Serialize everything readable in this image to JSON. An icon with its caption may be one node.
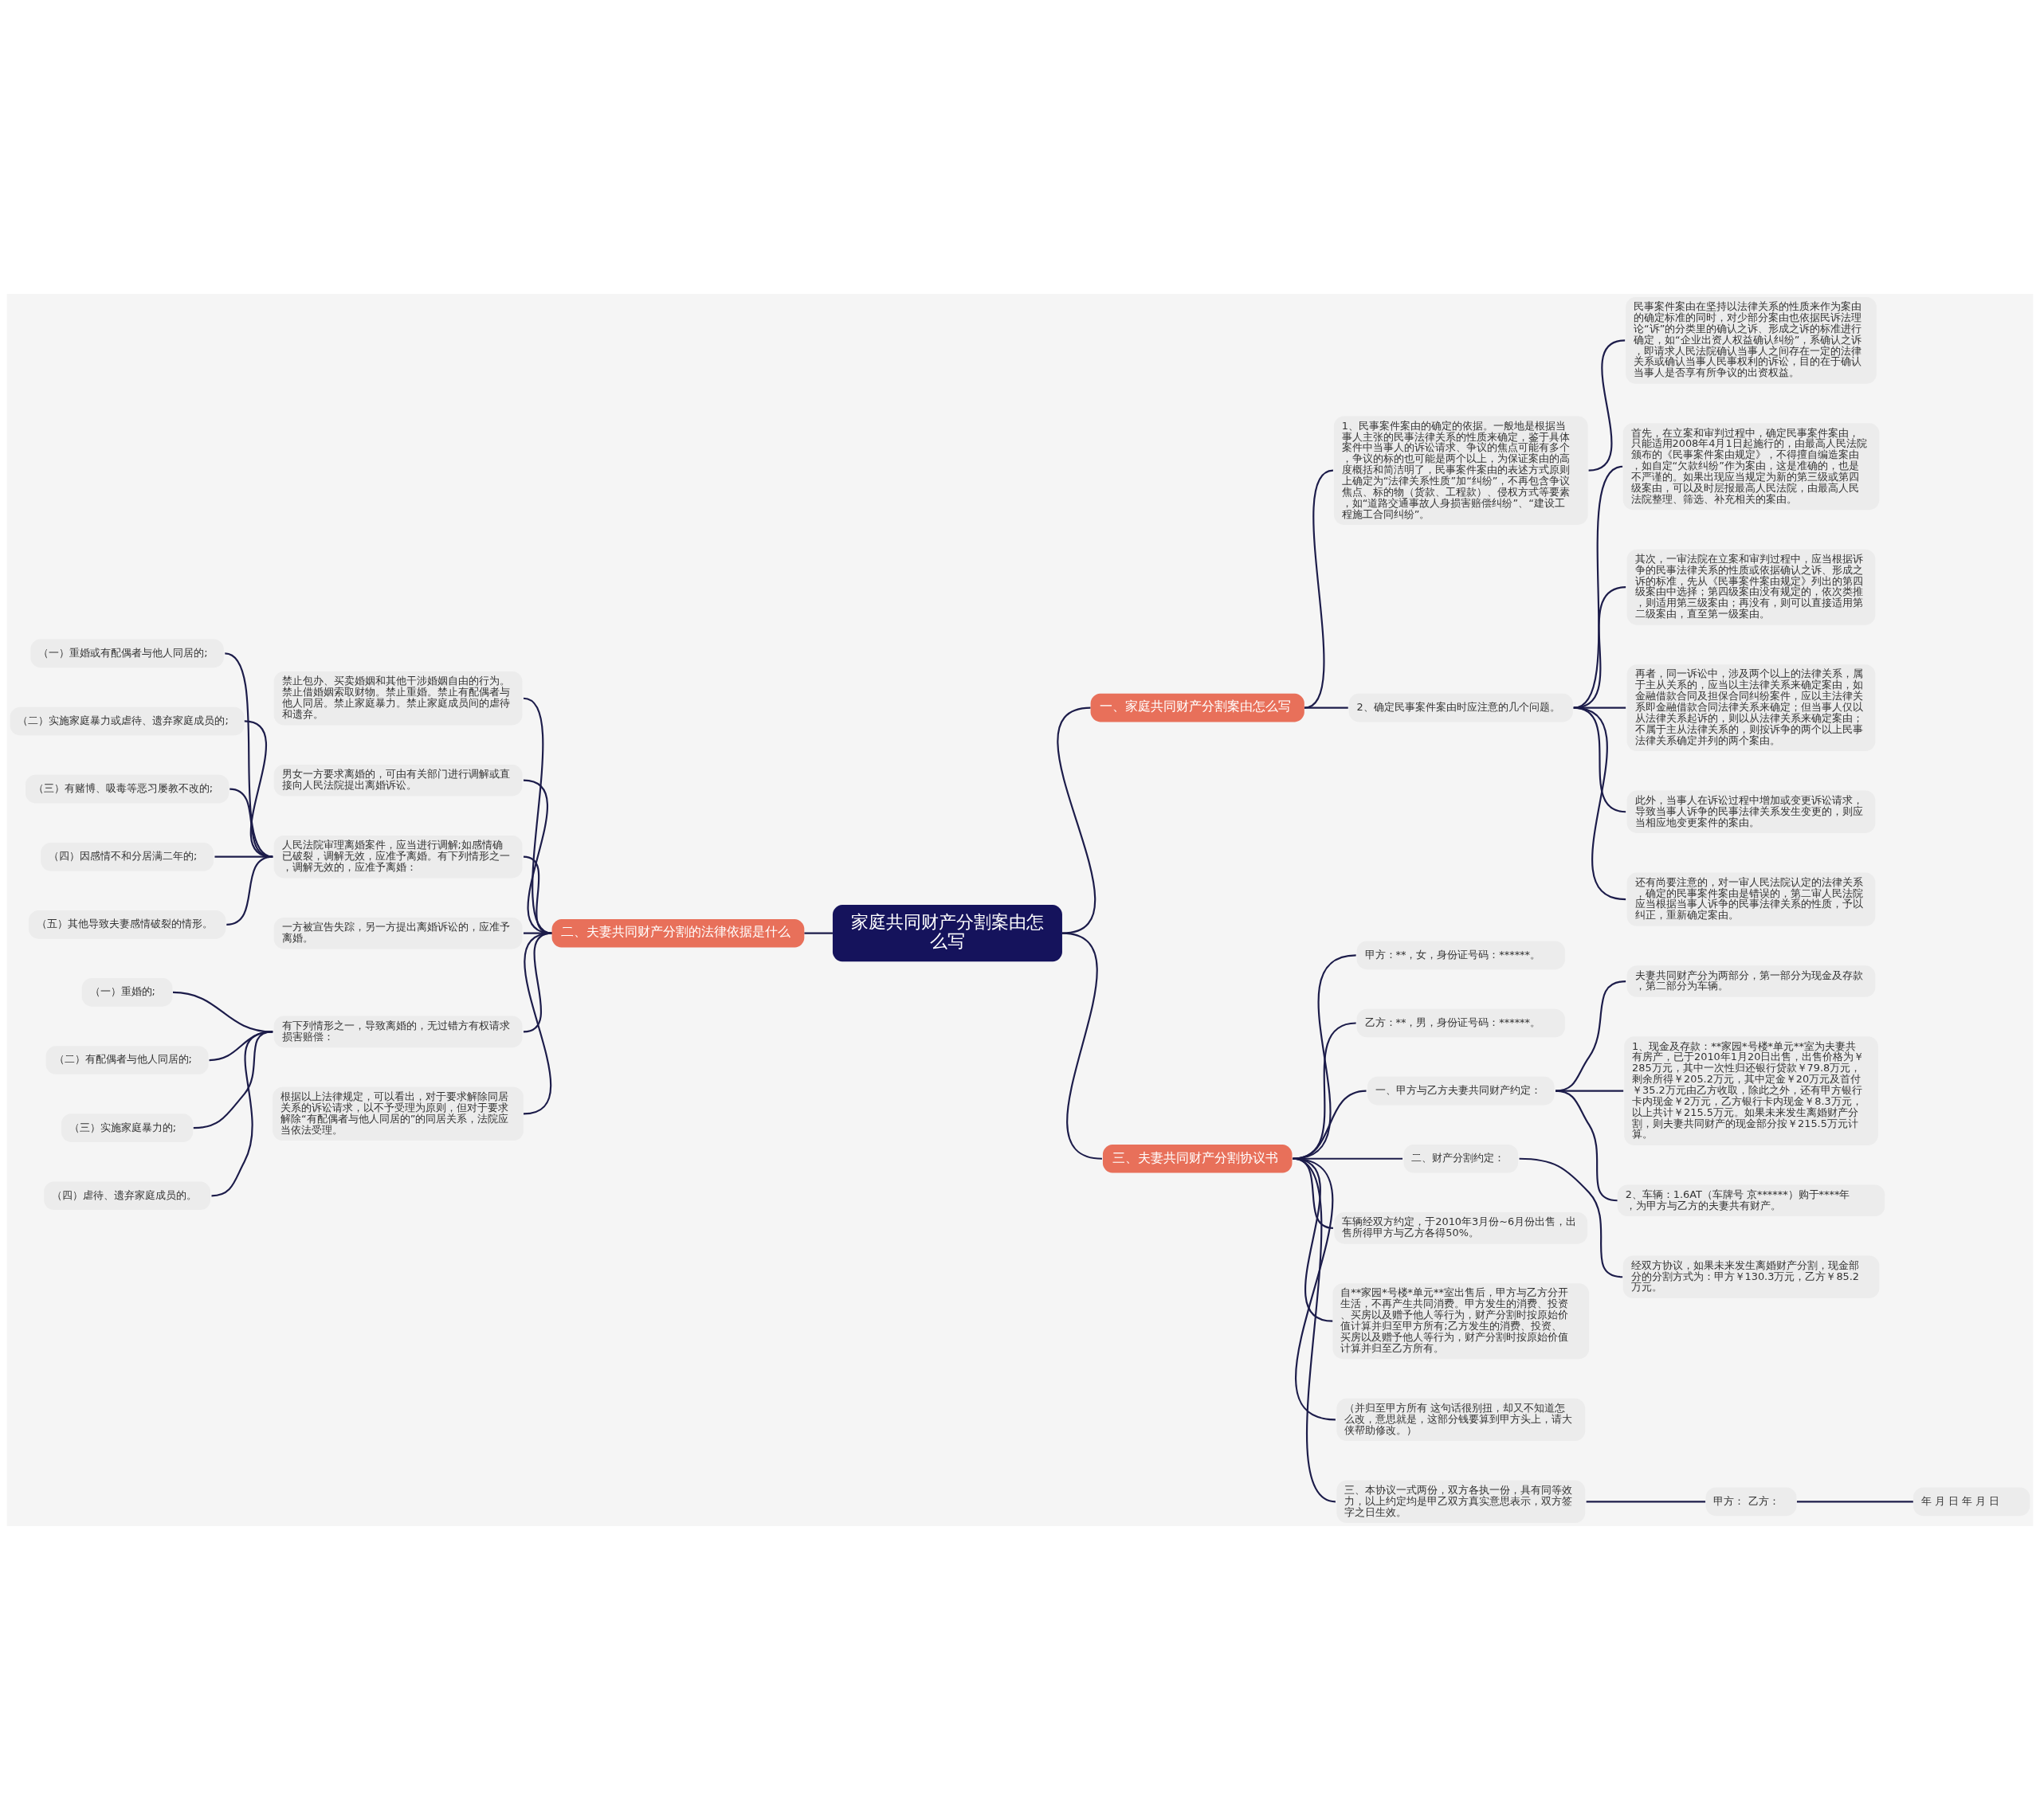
{
  "diagram": {
    "nodes": [
      {
        "text": [
          "家庭共同财产分割案由怎么写"
        ]
      },
      {
        "text": [
          "一、家庭共同财产分割案由怎么写"
        ]
      },
      {
        "text": [
          "1、民事案件案由的确定的依据。一般地是根据当事人主张的民事法律关系的性质来确定，鉴于具体案件中当事人的诉讼请求、争议的焦点可能有多个，争议的标的也可能是两个以上，为保证案由的高度概括和简洁明了，民事案件案由的表述方式原则上确定为“法律关系性质”加“纠纷”，不再包含争议焦点、标的物（货款、工程款）、侵权方式等要素，如“道路交通事故人身损害赔偿纠纷”、“建设工程施工合同纠纷”。"
        ]
      },
      {
        "text": [
          "民事案件案由在坚持以法律关系的性质来作为案由的确定标准的同时，对少部分案由也依据民诉法理论“诉”的分类里的确认之诉、形成之诉的标准进行确定，如“企业出资人权益确认纠纷”，系确认之诉，即请求人民法院确认当事人之间存在一定的法律关系或确认当事人民事权利的诉讼，目的在于确认当事人是否享有所争议的出资权益。"
        ]
      },
      {
        "text": [
          "2、确定民事案件案由时应注意的几个问题。"
        ]
      },
      {
        "text": [
          "首先，在立案和审判过程中，确定民事案件案由，只能适用2008年4月1日起施行的，由最高人民法院颁布的《民事案件案由规定》，不得擅自编造案由，如自定“欠款纠纷”作为案由，这是准确的，也是不严谨的。如果出现应当规定为新的第三级或第四级案由，可以及时层报最高人民法院，由最高人民法院整理、筛选、补充相关的案由。"
        ]
      },
      {
        "text": [
          "其次，一审法院在立案和审判过程中，应当根据诉争的民事法律关系的性质或依据确认之诉、形成之诉的标准，先从《民事案件案由规定》列出的第四级案由中选择；第四级案由没有规定的，依次类推，则适用第三级案由；再没有，则可以直接适用第二级案由，直至第一级案由。"
        ]
      },
      {
        "text": [
          "再者，同一诉讼中，涉及两个以上的法律关系，属于主从关系的，应当以主法律关系来确定案由，如金融借款合同及担保合同纠纷案件，应以主法律关系即金融借款合同法律关系来确定；但当事人仅以从法律关系起诉的，则以从法律关系来确定案由；不属于主从法律关系的，则按诉争的两个以上民事法律关系确定并列的两个案由。"
        ]
      },
      {
        "text": [
          "此外，当事人在诉讼过程中增加或变更诉讼请求，导致当事人诉争的民事法律关系发生变更的，则应当相应地变更案件的案由。"
        ]
      },
      {
        "text": [
          "还有尚要注意的，对一审人民法院认定的法律关系，确定的民事案件案由是错误的，第二审人民法院应当根据当事人诉争的民事法律关系的性质，予以纠正，重新确定案由。"
        ]
      },
      {
        "text": [
          "二、夫妻共同财产分割的法律依据是什么"
        ]
      },
      {
        "text": [
          "禁止包办、买卖婚姻和其他干涉婚姻自由的行为。禁止借婚姻索取财物。禁止重婚。禁止有配偶者与他人同居。禁止家庭暴力。禁止家庭成员间的虐待和遗弃。"
        ]
      },
      {
        "text": [
          "男女一方要求离婚的，可由有关部门进行调解或直接向人民法院提出离婚诉讼。"
        ]
      },
      {
        "text": [
          "人民法院审理离婚案件，应当进行调解;如感情确已破裂，调解无效，应准予离婚。有下列情形之一，调解无效的，应准予离婚："
        ]
      },
      {
        "text": [
          "（一）重婚或有配偶者与他人同居的;"
        ]
      },
      {
        "text": [
          "（二）实施家庭暴力或虐待、遗弃家庭成员的;"
        ]
      },
      {
        "text": [
          "（三）有赌博、吸毒等恶习屡教不改的;"
        ]
      },
      {
        "text": [
          "（四）因感情不和分居满二年的;"
        ]
      },
      {
        "text": [
          "（五）其他导致夫妻感情破裂的情形。"
        ]
      },
      {
        "text": [
          "一方被宣告失踪，另一方提出离婚诉讼的，应准予离婚。"
        ]
      },
      {
        "text": [
          "有下列情形之一，导致离婚的，无过错方有权请求损害赔偿："
        ]
      },
      {
        "text": [
          "（一）重婚的;"
        ]
      },
      {
        "text": [
          "（二）有配偶者与他人同居的;"
        ]
      },
      {
        "text": [
          "（三）实施家庭暴力的;"
        ]
      },
      {
        "text": [
          "（四）虐待、遗弃家庭成员的。"
        ]
      },
      {
        "text": [
          "根据以上法律规定，可以看出，对于要求解除同居关系的诉讼请求，以不予受理为原则，但对于要求解除“有配偶者与他人同居的”的同居关系，法院应当依法受理。"
        ]
      },
      {
        "text": [
          "三、夫妻共同财产分割协议书"
        ]
      },
      {
        "text": [
          "甲方：**，女，身份证号码：******。"
        ]
      },
      {
        "text": [
          "乙方：**，男，身份证号码：******。"
        ]
      },
      {
        "text": [
          "一、甲方与乙方夫妻共同财产约定："
        ]
      },
      {
        "text": [
          "夫妻共同财产分为两部分，第一部分为现金及存款，第二部分为车辆。"
        ]
      },
      {
        "text": [
          "1、现金及存款：**家园*号楼*单元**室为夫妻共有房产，已于2010年1月20日出售，出售价格为￥285万元，其中一次性归还银行贷款￥79.8万元，剩余所得￥205.2万元，其中定金￥20万元及首付￥35.2万元由乙方收取，除此之外，还有甲方银行卡内现金￥2万元，乙方银行卡内现金￥8.3万元，以上共计￥215.5万元。如果未来发生离婚财产分割，则夫妻共同财产的现金部分按￥215.5万元计算。"
        ]
      },
      {
        "text": [
          "2、车辆：1.6AT（车牌号 京******）购于****年，为甲方与乙方的夫妻共有财产。"
        ]
      },
      {
        "text": [
          "二、财产分割约定："
        ]
      },
      {
        "text": [
          "经双方协议，如果未来发生离婚财产分割，现金部分的分割方式为：甲方￥130.3万元，乙方￥85.2万元。"
        ]
      },
      {
        "text": [
          "车辆经双方约定，于2010年3月份~6月份出售，出售所得甲方与乙方各得50%。"
        ]
      },
      {
        "text": [
          "自**家园*号楼*单元**室出售后，甲方与乙方分开生活，不再产生共同消费。甲方发生的消费、投资、买房以及赠予他人等行为，财产分割时按原始价值计算并归至甲方所有;乙方发生的消费、投资、买房以及赠予他人等行为，财产分割时按原始价值计算并归至乙方所有。"
        ]
      },
      {
        "text": [
          "（并归至甲方所有 这句话很别扭，却又不知道怎么改，意思就是，这部分钱要算到甲方头上，请大侠帮助修改。）"
        ]
      },
      {
        "text": [
          "三、本协议一式两份，双方各执一份，具有同等效力，以上约定均是甲乙双方真实意思表示，双方签字之日生效。"
        ]
      },
      {
        "text": [
          "甲方： 乙方："
        ]
      },
      {
        "text": [
          "年 月 日 年 月 日"
        ]
      }
    ],
    "edges": [
      {
        "from": 0,
        "to": 1,
        "arrow": "none"
      },
      {
        "from": 1,
        "to": 2,
        "arrow": "none"
      },
      {
        "from": 2,
        "to": 3,
        "arrow": "none"
      },
      {
        "from": 1,
        "to": 4,
        "arrow": "none"
      },
      {
        "from": 4,
        "to": 5,
        "arrow": "none"
      },
      {
        "from": 4,
        "to": 6,
        "arrow": "none"
      },
      {
        "from": 4,
        "to": 7,
        "arrow": "none"
      },
      {
        "from": 4,
        "to": 8,
        "arrow": "none"
      },
      {
        "from": 4,
        "to": 9,
        "arrow": "none"
      },
      {
        "from": 0,
        "to": 10,
        "arrow": "none"
      },
      {
        "from": 10,
        "to": 11,
        "arrow": "none"
      },
      {
        "from": 10,
        "to": 12,
        "arrow": "none"
      },
      {
        "from": 10,
        "to": 13,
        "arrow": "none"
      },
      {
        "from": 13,
        "to": 14,
        "arrow": "none"
      },
      {
        "from": 13,
        "to": 15,
        "arrow": "none"
      },
      {
        "from": 13,
        "to": 16,
        "arrow": "none"
      },
      {
        "from": 13,
        "to": 17,
        "arrow": "none"
      },
      {
        "from": 13,
        "to": 18,
        "arrow": "none"
      },
      {
        "from": 10,
        "to": 19,
        "arrow": "none"
      },
      {
        "from": 10,
        "to": 20,
        "arrow": "none"
      },
      {
        "from": 20,
        "to": 21,
        "arrow": "none"
      },
      {
        "from": 20,
        "to": 22,
        "arrow": "none"
      },
      {
        "from": 20,
        "to": 23,
        "arrow": "none"
      },
      {
        "from": 20,
        "to": 24,
        "arrow": "none"
      },
      {
        "from": 10,
        "to": 25,
        "arrow": "none"
      },
      {
        "from": 0,
        "to": 26,
        "arrow": "none"
      },
      {
        "from": 26,
        "to": 27,
        "arrow": "none"
      },
      {
        "from": 26,
        "to": 28,
        "arrow": "none"
      },
      {
        "from": 26,
        "to": 29,
        "arrow": "none"
      },
      {
        "from": 29,
        "to": 30,
        "arrow": "none"
      },
      {
        "from": 29,
        "to": 31,
        "arrow": "none"
      },
      {
        "from": 29,
        "to": 32,
        "arrow": "none"
      },
      {
        "from": 26,
        "to": 33,
        "arrow": "none"
      },
      {
        "from": 33,
        "to": 34,
        "arrow": "none"
      },
      {
        "from": 26,
        "to": 35,
        "arrow": "none"
      },
      {
        "from": 26,
        "to": 36,
        "arrow": "none"
      },
      {
        "from": 26,
        "to": 37,
        "arrow": "none"
      },
      {
        "from": 26,
        "to": 38,
        "arrow": "none"
      },
      {
        "from": 38,
        "to": 39,
        "arrow": "none"
      },
      {
        "from": 39,
        "to": 40,
        "arrow": "none"
      }
    ]
  }
}
